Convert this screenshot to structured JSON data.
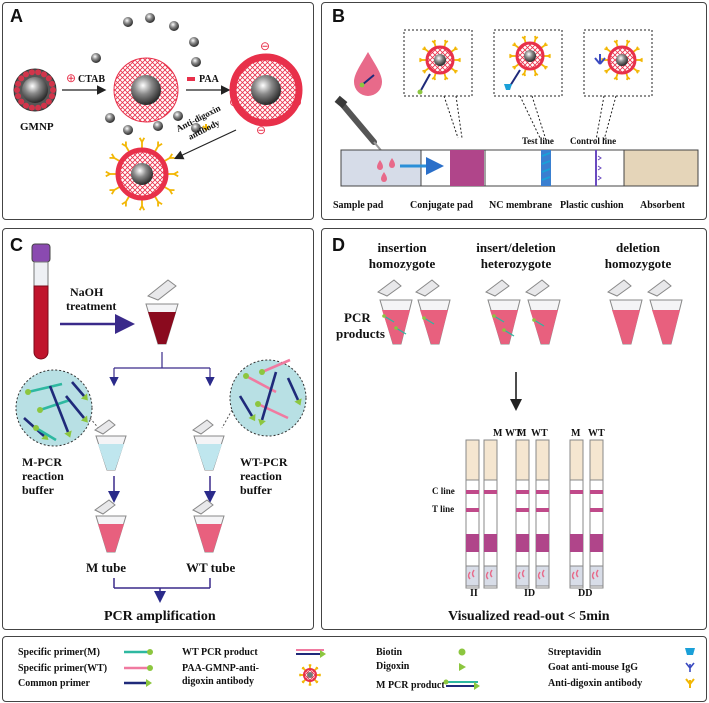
{
  "panel_a": {
    "letter": "A",
    "gmnp": "GMNP",
    "ctab": "CTAB",
    "ctab_sign": "⊕",
    "paa": "PAA",
    "antibody_line1": "Anti-digoxin",
    "antibody_line2": "antibody",
    "minus": "⊖"
  },
  "panel_b": {
    "letter": "B",
    "test_line": "Test line",
    "control_line": "Control line",
    "sample_pad": "Sample pad",
    "conjugate_pad": "Conjugate pad",
    "nc_membrane": "NC membrane",
    "plastic_cushion": "Plastic cushion",
    "absorbent": "Absorbent"
  },
  "panel_c": {
    "letter": "C",
    "naoh_line1": "NaOH",
    "naoh_line2": "treatment",
    "m_buffer": [
      "M-PCR",
      "reaction",
      "buffer"
    ],
    "wt_buffer": [
      "WT-PCR",
      "reaction",
      "buffer"
    ],
    "m_tube": "M tube",
    "wt_tube": "WT tube",
    "pcr_amp": "PCR amplification"
  },
  "panel_d": {
    "letter": "D",
    "groups": [
      {
        "line1": "insertion",
        "line2": "homozygote"
      },
      {
        "line1": "insert/deletion",
        "line2": "heterozygote"
      },
      {
        "line1": "deletion",
        "line2": "homozygote"
      }
    ],
    "pcr_line1": "PCR",
    "pcr_line2": "products",
    "m": "M",
    "wt": "WT",
    "c_line": "C line",
    "t_line": "T line",
    "genotypes": [
      "II",
      "ID",
      "DD"
    ],
    "readout": "Visualized read-out  < 5min"
  },
  "legend": {
    "specific_primer_m": "Specific primer(M)",
    "specific_primer_wt": "Specific primer(WT)",
    "common_primer": "Common primer",
    "wt_pcr_product": "WT PCR product",
    "paa_gmnp_line1": "PAA-GMNP-anti-",
    "paa_gmnp_line2": "digoxin antibody",
    "biotin": "Biotin",
    "digoxin": "Digoxin",
    "m_pcr_product": "M PCR product",
    "streptavidin": "Streptavidin",
    "goat_igg": "Goat anti-mouse IgG",
    "anti_digoxin": "Anti-digoxin antibody"
  },
  "colors": {
    "teal": "#2eb8a0",
    "pink": "#f07aa0",
    "navy": "#1f2a7a",
    "green_dot": "#8cc63f",
    "red_ring": "#e8304a",
    "blood": "#c0142c",
    "tube_pink": "#e8607e",
    "strip_magenta": "#b0458a",
    "arrow_blue": "#2a6fc9",
    "purple": "#5a2a8a",
    "yellow": "#f2b705"
  }
}
